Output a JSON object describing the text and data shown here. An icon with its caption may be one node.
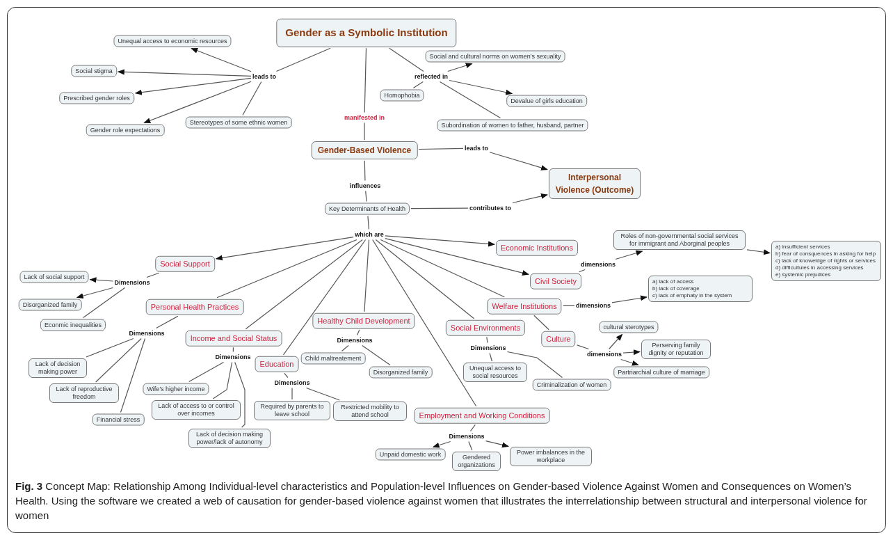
{
  "diagram": {
    "caption": "**Fig. 3** Concept Map: Relationship Among Individual-level characteristics and Population-level Influences on Gender-based Violence Against Women and Consequences on Women’s Health. Using the software we created a web of causation for gender-based violence against women that illustrates the interrelationship between structural and interpersonal violence for women",
    "nodes": [
      {
        "text": [
          "Gender as a Symbolic Institution"
        ]
      },
      {
        "text": [
          "leads to"
        ]
      },
      {
        "text": [
          "Unequal access to economic resources"
        ]
      },
      {
        "text": [
          "Social stigma"
        ]
      },
      {
        "text": [
          "Prescribed gender roles"
        ]
      },
      {
        "text": [
          "Gender role expectations"
        ]
      },
      {
        "text": [
          "Stereotypes of some ethnic women"
        ]
      },
      {
        "text": [
          "reflected in"
        ]
      },
      {
        "text": [
          "Social and cultural norms on women's sexuality"
        ]
      },
      {
        "text": [
          "Homophobia"
        ]
      },
      {
        "text": [
          "Devalue of girls education"
        ]
      },
      {
        "text": [
          "Subordination of women to father, husband, partner"
        ]
      },
      {
        "text": [
          "manifested in"
        ]
      },
      {
        "text": [
          "Gender-Based Violence"
        ]
      },
      {
        "text": [
          "leads to"
        ]
      },
      {
        "text": [
          "Interpersonal Violence (Outcome)"
        ]
      },
      {
        "text": [
          "influences"
        ]
      },
      {
        "text": [
          "Key Determinants of Health"
        ]
      },
      {
        "text": [
          "contributes to"
        ]
      },
      {
        "text": [
          "which are"
        ]
      },
      {
        "text": [
          "Economic Institutions"
        ]
      },
      {
        "text": [
          "Social Support"
        ]
      },
      {
        "text": [
          "Dimensions"
        ]
      },
      {
        "text": [
          "Lack of social support"
        ]
      },
      {
        "text": [
          "Disorganized family"
        ]
      },
      {
        "text": [
          "Econmic inequalities"
        ]
      },
      {
        "text": [
          "Personal Health Practices"
        ]
      },
      {
        "text": [
          "Dimensions"
        ]
      },
      {
        "text": [
          "Lack of decision making power"
        ]
      },
      {
        "text": [
          "Lack of reproductive freedom"
        ]
      },
      {
        "text": [
          "Financial stress"
        ]
      },
      {
        "text": [
          "Income and Social Status"
        ]
      },
      {
        "text": [
          "Dimensions"
        ]
      },
      {
        "text": [
          "Wife's higher income"
        ]
      },
      {
        "text": [
          "Lack of access to or control over incomes"
        ]
      },
      {
        "text": [
          "Lack of decision making power/lack of autonomy"
        ]
      },
      {
        "text": [
          "Education"
        ]
      },
      {
        "text": [
          "Dimensions"
        ]
      },
      {
        "text": [
          "Required by parents to leave school"
        ]
      },
      {
        "text": [
          "Restricted mobility to attend school"
        ]
      },
      {
        "text": [
          "Healthy Child Development"
        ]
      },
      {
        "text": [
          "Dimensions"
        ]
      },
      {
        "text": [
          "Child maltreatement"
        ]
      },
      {
        "text": [
          "Disorganized family"
        ]
      },
      {
        "text": [
          "Employment and Working Conditions"
        ]
      },
      {
        "text": [
          "Dimensions"
        ]
      },
      {
        "text": [
          "Unpaid domestic work"
        ]
      },
      {
        "text": [
          "Gendered organizations"
        ]
      },
      {
        "text": [
          "Power imbalances in the workplace"
        ]
      },
      {
        "text": [
          "Social Environments"
        ]
      },
      {
        "text": [
          "Dimensions"
        ]
      },
      {
        "text": [
          "Unequal access to social resources"
        ]
      },
      {
        "text": [
          "Criminalization of women"
        ]
      },
      {
        "text": [
          "Civil Society"
        ]
      },
      {
        "text": [
          "dimensions"
        ]
      },
      {
        "text": [
          "Roles of non-governmental social services for immigrant and Aborginal peoples"
        ]
      },
      {
        "text": [
          "a) insufficient services",
          "b) fear of consquences in asking for help",
          "c) lack of knoweldge of rights or services",
          "d) difficultuies in accessing services",
          "e) systemic prejudices"
        ]
      },
      {
        "text": [
          "Welfare Institutions"
        ]
      },
      {
        "text": [
          "dimensions"
        ]
      },
      {
        "text": [
          "a) lack of access",
          "b) lack of coverage",
          "c) lack of emphaty in the system"
        ]
      },
      {
        "text": [
          "Culture"
        ]
      },
      {
        "text": [
          "dimensions"
        ]
      },
      {
        "text": [
          "cultural sterotypes"
        ]
      },
      {
        "text": [
          "Perserving family dignity or reputation"
        ]
      },
      {
        "text": [
          "Partriarchial culture of marriage"
        ]
      }
    ],
    "edges": [
      {
        "from": 0,
        "to": 1,
        "arrow": "none"
      },
      {
        "from": 1,
        "to": 2,
        "arrow": "to"
      },
      {
        "from": 1,
        "to": 3,
        "arrow": "to"
      },
      {
        "from": 1,
        "to": 4,
        "arrow": "to"
      },
      {
        "from": 1,
        "to": 5,
        "arrow": "to"
      },
      {
        "from": 1,
        "to": 6,
        "arrow": "none"
      },
      {
        "from": 0,
        "to": 7,
        "arrow": "none"
      },
      {
        "from": 7,
        "to": 8,
        "arrow": "to"
      },
      {
        "from": 7,
        "to": 9,
        "arrow": "none"
      },
      {
        "from": 7,
        "to": 10,
        "arrow": "to"
      },
      {
        "from": 7,
        "to": 11,
        "arrow": "none"
      },
      {
        "from": 0,
        "to": 12,
        "arrow": "none"
      },
      {
        "from": 12,
        "to": 13,
        "arrow": "none"
      },
      {
        "from": 13,
        "to": 14,
        "arrow": "none"
      },
      {
        "from": 14,
        "to": 15,
        "arrow": "to"
      },
      {
        "from": 13,
        "to": 16,
        "arrow": "none"
      },
      {
        "from": 16,
        "to": 17,
        "arrow": "none"
      },
      {
        "from": 17,
        "to": 18,
        "arrow": "none"
      },
      {
        "from": 18,
        "to": 15,
        "arrow": "to"
      },
      {
        "from": 17,
        "to": 19,
        "arrow": "none"
      },
      {
        "from": 19,
        "to": 20,
        "arrow": "to"
      },
      {
        "from": 19,
        "to": 21,
        "arrow": "to"
      },
      {
        "from": 19,
        "to": 26,
        "arrow": "none"
      },
      {
        "from": 19,
        "to": 31,
        "arrow": "none"
      },
      {
        "from": 19,
        "to": 36,
        "arrow": "none"
      },
      {
        "from": 19,
        "to": 40,
        "arrow": "none"
      },
      {
        "from": 19,
        "to": 44,
        "arrow": "none"
      },
      {
        "from": 19,
        "to": 49,
        "arrow": "none"
      },
      {
        "from": 19,
        "to": 57,
        "arrow": "none"
      },
      {
        "from": 19,
        "to": 53,
        "arrow": "to"
      },
      {
        "from": 21,
        "to": 22,
        "arrow": "none"
      },
      {
        "from": 22,
        "to": 23,
        "arrow": "to"
      },
      {
        "from": 22,
        "to": 24,
        "arrow": "to"
      },
      {
        "from": 22,
        "to": 25,
        "arrow": "none"
      },
      {
        "from": 26,
        "to": 27,
        "arrow": "none"
      },
      {
        "from": 27,
        "to": 28,
        "arrow": "none"
      },
      {
        "from": 27,
        "to": 29,
        "arrow": "none"
      },
      {
        "from": 27,
        "to": 30,
        "arrow": "none"
      },
      {
        "from": 31,
        "to": 32,
        "arrow": "none"
      },
      {
        "from": 32,
        "to": 33,
        "arrow": "none"
      },
      {
        "from": 32,
        "to": 34,
        "arrow": "none"
      },
      {
        "from": 32,
        "to": 35,
        "arrow": "none"
      },
      {
        "from": 36,
        "to": 37,
        "arrow": "none"
      },
      {
        "from": 37,
        "to": 38,
        "arrow": "none"
      },
      {
        "from": 37,
        "to": 39,
        "arrow": "none"
      },
      {
        "from": 40,
        "to": 41,
        "arrow": "none"
      },
      {
        "from": 41,
        "to": 42,
        "arrow": "none"
      },
      {
        "from": 41,
        "to": 43,
        "arrow": "none"
      },
      {
        "from": 44,
        "to": 45,
        "arrow": "none"
      },
      {
        "from": 45,
        "to": 46,
        "arrow": "to"
      },
      {
        "from": 45,
        "to": 47,
        "arrow": "none"
      },
      {
        "from": 45,
        "to": 48,
        "arrow": "to"
      },
      {
        "from": 49,
        "to": 50,
        "arrow": "none"
      },
      {
        "from": 50,
        "to": 51,
        "arrow": "none"
      },
      {
        "from": 50,
        "to": 52,
        "arrow": "none"
      },
      {
        "from": 53,
        "to": 54,
        "arrow": "none"
      },
      {
        "from": 54,
        "to": 55,
        "arrow": "to"
      },
      {
        "from": 55,
        "to": 56,
        "arrow": "to"
      },
      {
        "from": 57,
        "to": 58,
        "arrow": "none"
      },
      {
        "from": 58,
        "to": 59,
        "arrow": "to"
      },
      {
        "from": 57,
        "to": 60,
        "arrow": "none"
      },
      {
        "from": 60,
        "to": 61,
        "arrow": "none"
      },
      {
        "from": 61,
        "to": 62,
        "arrow": "to"
      },
      {
        "from": 61,
        "to": 63,
        "arrow": "to"
      },
      {
        "from": 61,
        "to": 64,
        "arrow": "to"
      }
    ]
  }
}
